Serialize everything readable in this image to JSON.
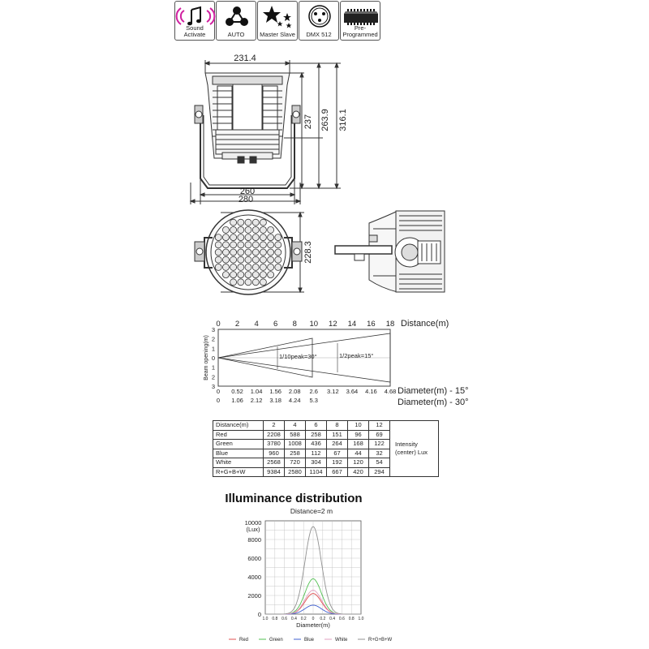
{
  "features": [
    {
      "label_lines": [
        "Sound",
        "Activate"
      ],
      "icon": "music-notes-icon"
    },
    {
      "label_lines": [
        "AUTO"
      ],
      "icon": "auto-nodes-icon"
    },
    {
      "label_lines": [
        "Master Slave"
      ],
      "icon": "stars-icon"
    },
    {
      "label_lines": [
        "DMX  512"
      ],
      "icon": "xlr-connector-icon"
    },
    {
      "label_lines": [
        "Pre-Programmed"
      ],
      "icon": "chip-icon"
    }
  ],
  "dimensions": {
    "top_width": "231.4",
    "h1": "237",
    "h2": "263.9",
    "h3": "316.1",
    "w1": "260",
    "w2": "280",
    "front_h": "228.3"
  },
  "beam_diagram": {
    "distance_ticks": [
      "0",
      "2",
      "4",
      "6",
      "8",
      "10",
      "12",
      "14",
      "16",
      "18"
    ],
    "distance_label": "Distance(m)",
    "y_label": "Beam opening(m)",
    "y_ticks": [
      "3",
      "2",
      "1",
      "0",
      "1",
      "2",
      "3"
    ],
    "annot_10": "1/10peak=30°",
    "annot_2": "1/2peak=15°",
    "dia15_ticks": [
      "0",
      "0.52",
      "1.04",
      "1.56",
      "2.08",
      "2.6",
      "3.12",
      "3.64",
      "4.16",
      "4.68"
    ],
    "dia15_label": "Diameter(m) - 15°",
    "dia30_ticks": [
      "0",
      "1.06",
      "2.12",
      "3.18",
      "4.24",
      "5.3"
    ],
    "dia30_label": "Diameter(m) - 30°"
  },
  "intensity_table": {
    "header": [
      "Distance(m)",
      "2",
      "4",
      "6",
      "8",
      "10",
      "12"
    ],
    "rows": [
      [
        "Red",
        "2208",
        "588",
        "258",
        "151",
        "96",
        "69"
      ],
      [
        "Green",
        "3780",
        "1008",
        "436",
        "264",
        "168",
        "122"
      ],
      [
        "Blue",
        "960",
        "258",
        "112",
        "67",
        "44",
        "32"
      ],
      [
        "White",
        "2568",
        "720",
        "304",
        "192",
        "120",
        "54"
      ],
      [
        "R+G+B+W",
        "9384",
        "2580",
        "1104",
        "667",
        "420",
        "294"
      ]
    ],
    "note_line1": "Intensity",
    "note_line2": "(center) Lux"
  },
  "chart_data": {
    "type": "line",
    "title": "Illuminance distribution",
    "subtitle": "Distance=2 m",
    "xlabel": "Diameter(m)",
    "ylabel_line1": "10000",
    "ylabel_line2": "(Lux)",
    "x_ticks": [
      "1.0",
      "0.8",
      "0.6",
      "0.4",
      "0.2",
      "0",
      "0.2",
      "0.4",
      "0.6",
      "0.8",
      "1.0"
    ],
    "y_ticks": [
      0,
      2000,
      4000,
      6000,
      8000
    ],
    "ylim": [
      0,
      10000
    ],
    "xlim": [
      -1.0,
      1.0
    ],
    "series": [
      {
        "name": "Red",
        "color": "#e05050",
        "peak": 2208
      },
      {
        "name": "Green",
        "color": "#50c050",
        "peak": 3780
      },
      {
        "name": "Blue",
        "color": "#4060d0",
        "peak": 960
      },
      {
        "name": "White",
        "color": "#e0a0c0",
        "peak": 2568
      },
      {
        "name": "R+G+B+W",
        "color": "#909090",
        "peak": 9384
      }
    ]
  }
}
